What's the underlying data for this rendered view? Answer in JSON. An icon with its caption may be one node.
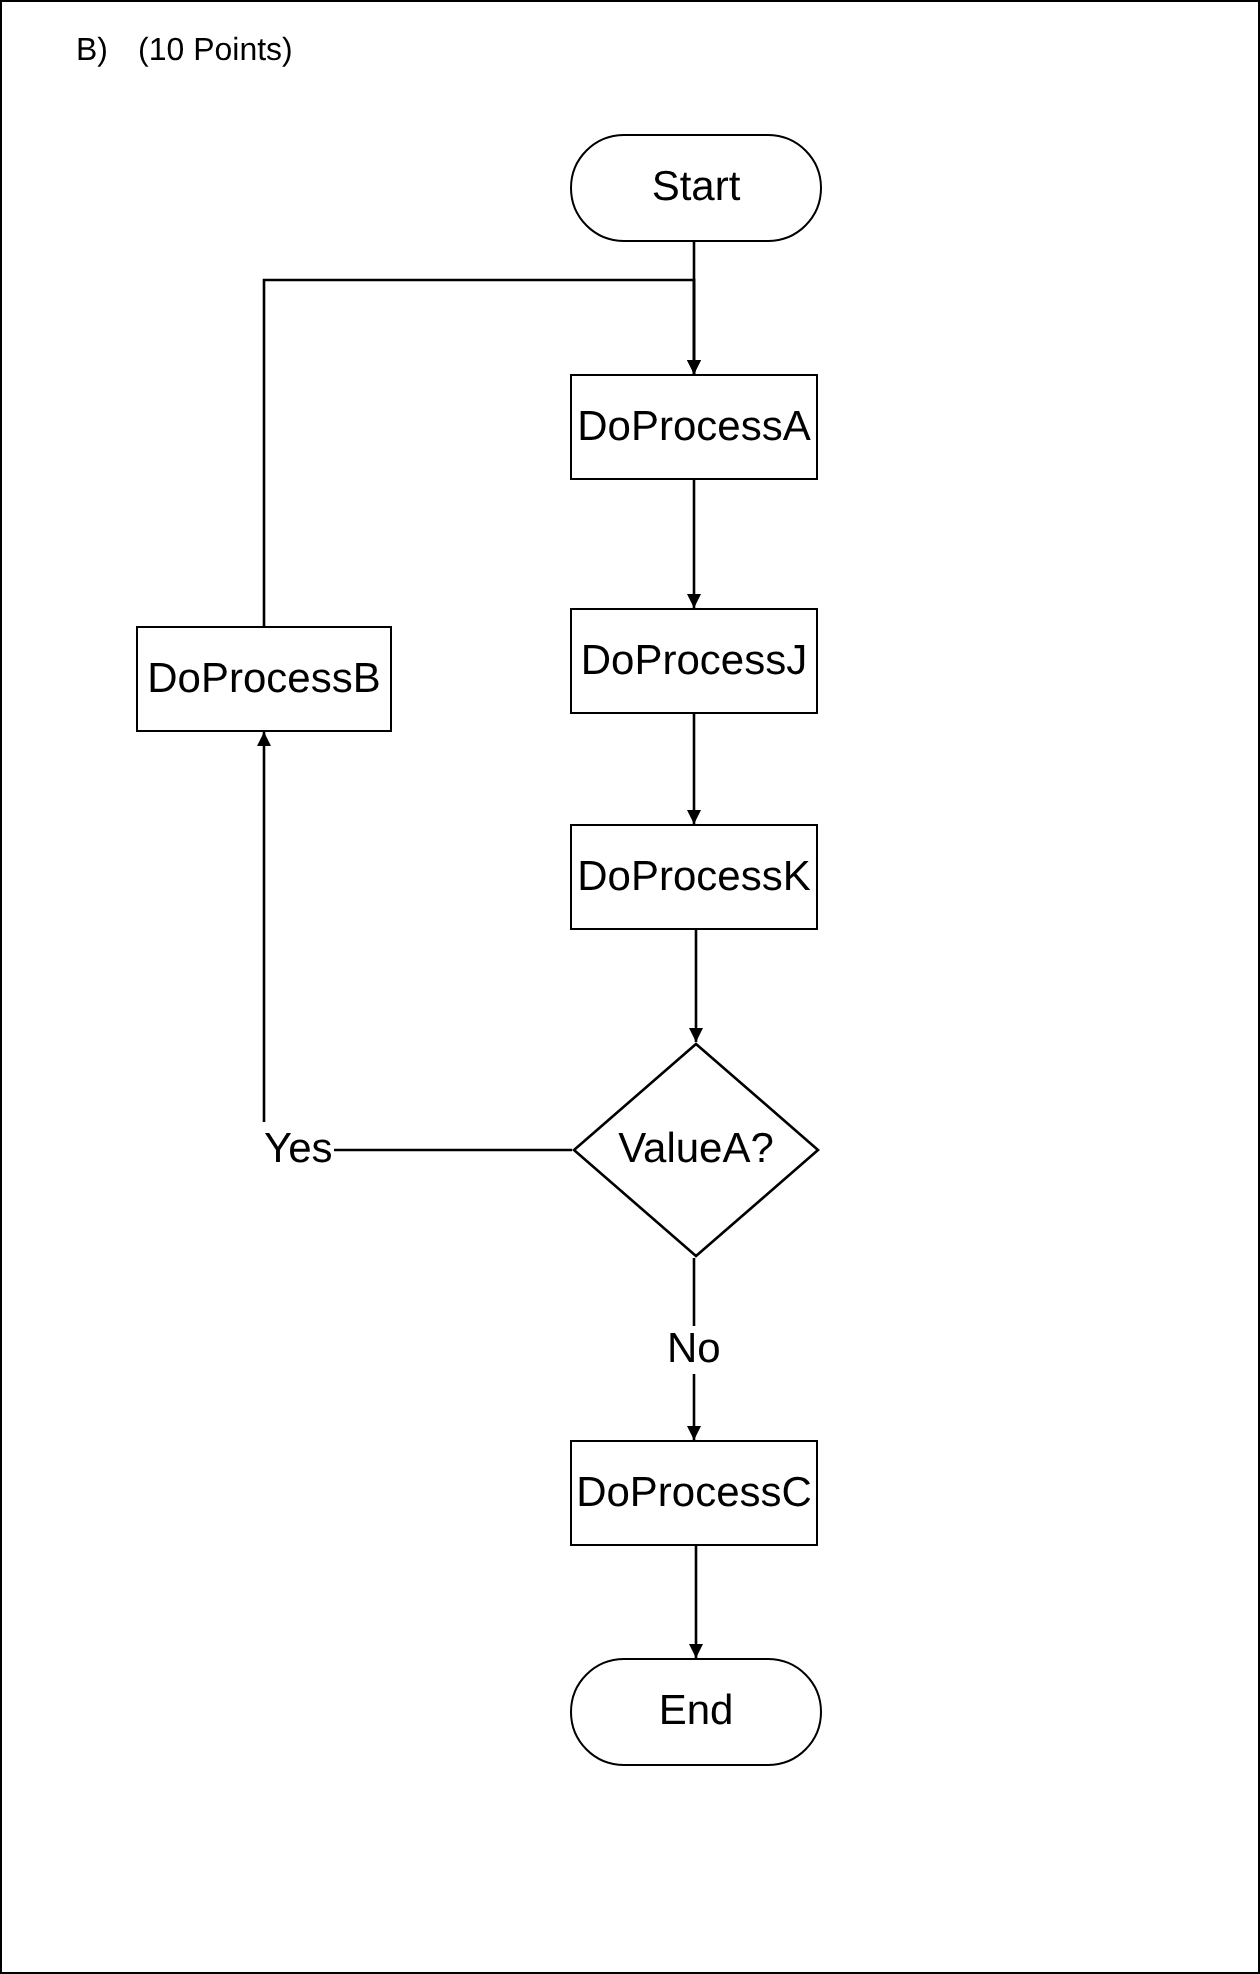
{
  "diagram": {
    "nodes": [
      {
        "text": [
          "Start"
        ]
      },
      {
        "text": [
          "DoProcessA"
        ]
      },
      {
        "text": [
          "DoProcessB"
        ]
      },
      {
        "text": [
          "DoProcessJ"
        ]
      },
      {
        "text": [
          "DoProcessK"
        ]
      },
      {
        "text": [
          "ValueA?"
        ]
      },
      {
        "text": [
          "DoProcessC"
        ]
      },
      {
        "text": [
          "End"
        ]
      }
    ],
    "edges": [
      {
        "from": 0,
        "to": 1,
        "arrow": "to"
      },
      {
        "from": 2,
        "to": 1,
        "arrow": "to"
      },
      {
        "from": 1,
        "to": 3,
        "arrow": "to"
      },
      {
        "from": 3,
        "to": 4,
        "arrow": "to"
      },
      {
        "from": 4,
        "to": 5,
        "arrow": "to"
      },
      {
        "from": 5,
        "to": 2,
        "arrow": "to",
        "label": "Yes"
      },
      {
        "from": 5,
        "to": 6,
        "arrow": "to",
        "label": "No"
      },
      {
        "from": 6,
        "to": 7,
        "arrow": "to"
      }
    ],
    "labels": [
      "B)",
      "(10 Points)"
    ]
  }
}
